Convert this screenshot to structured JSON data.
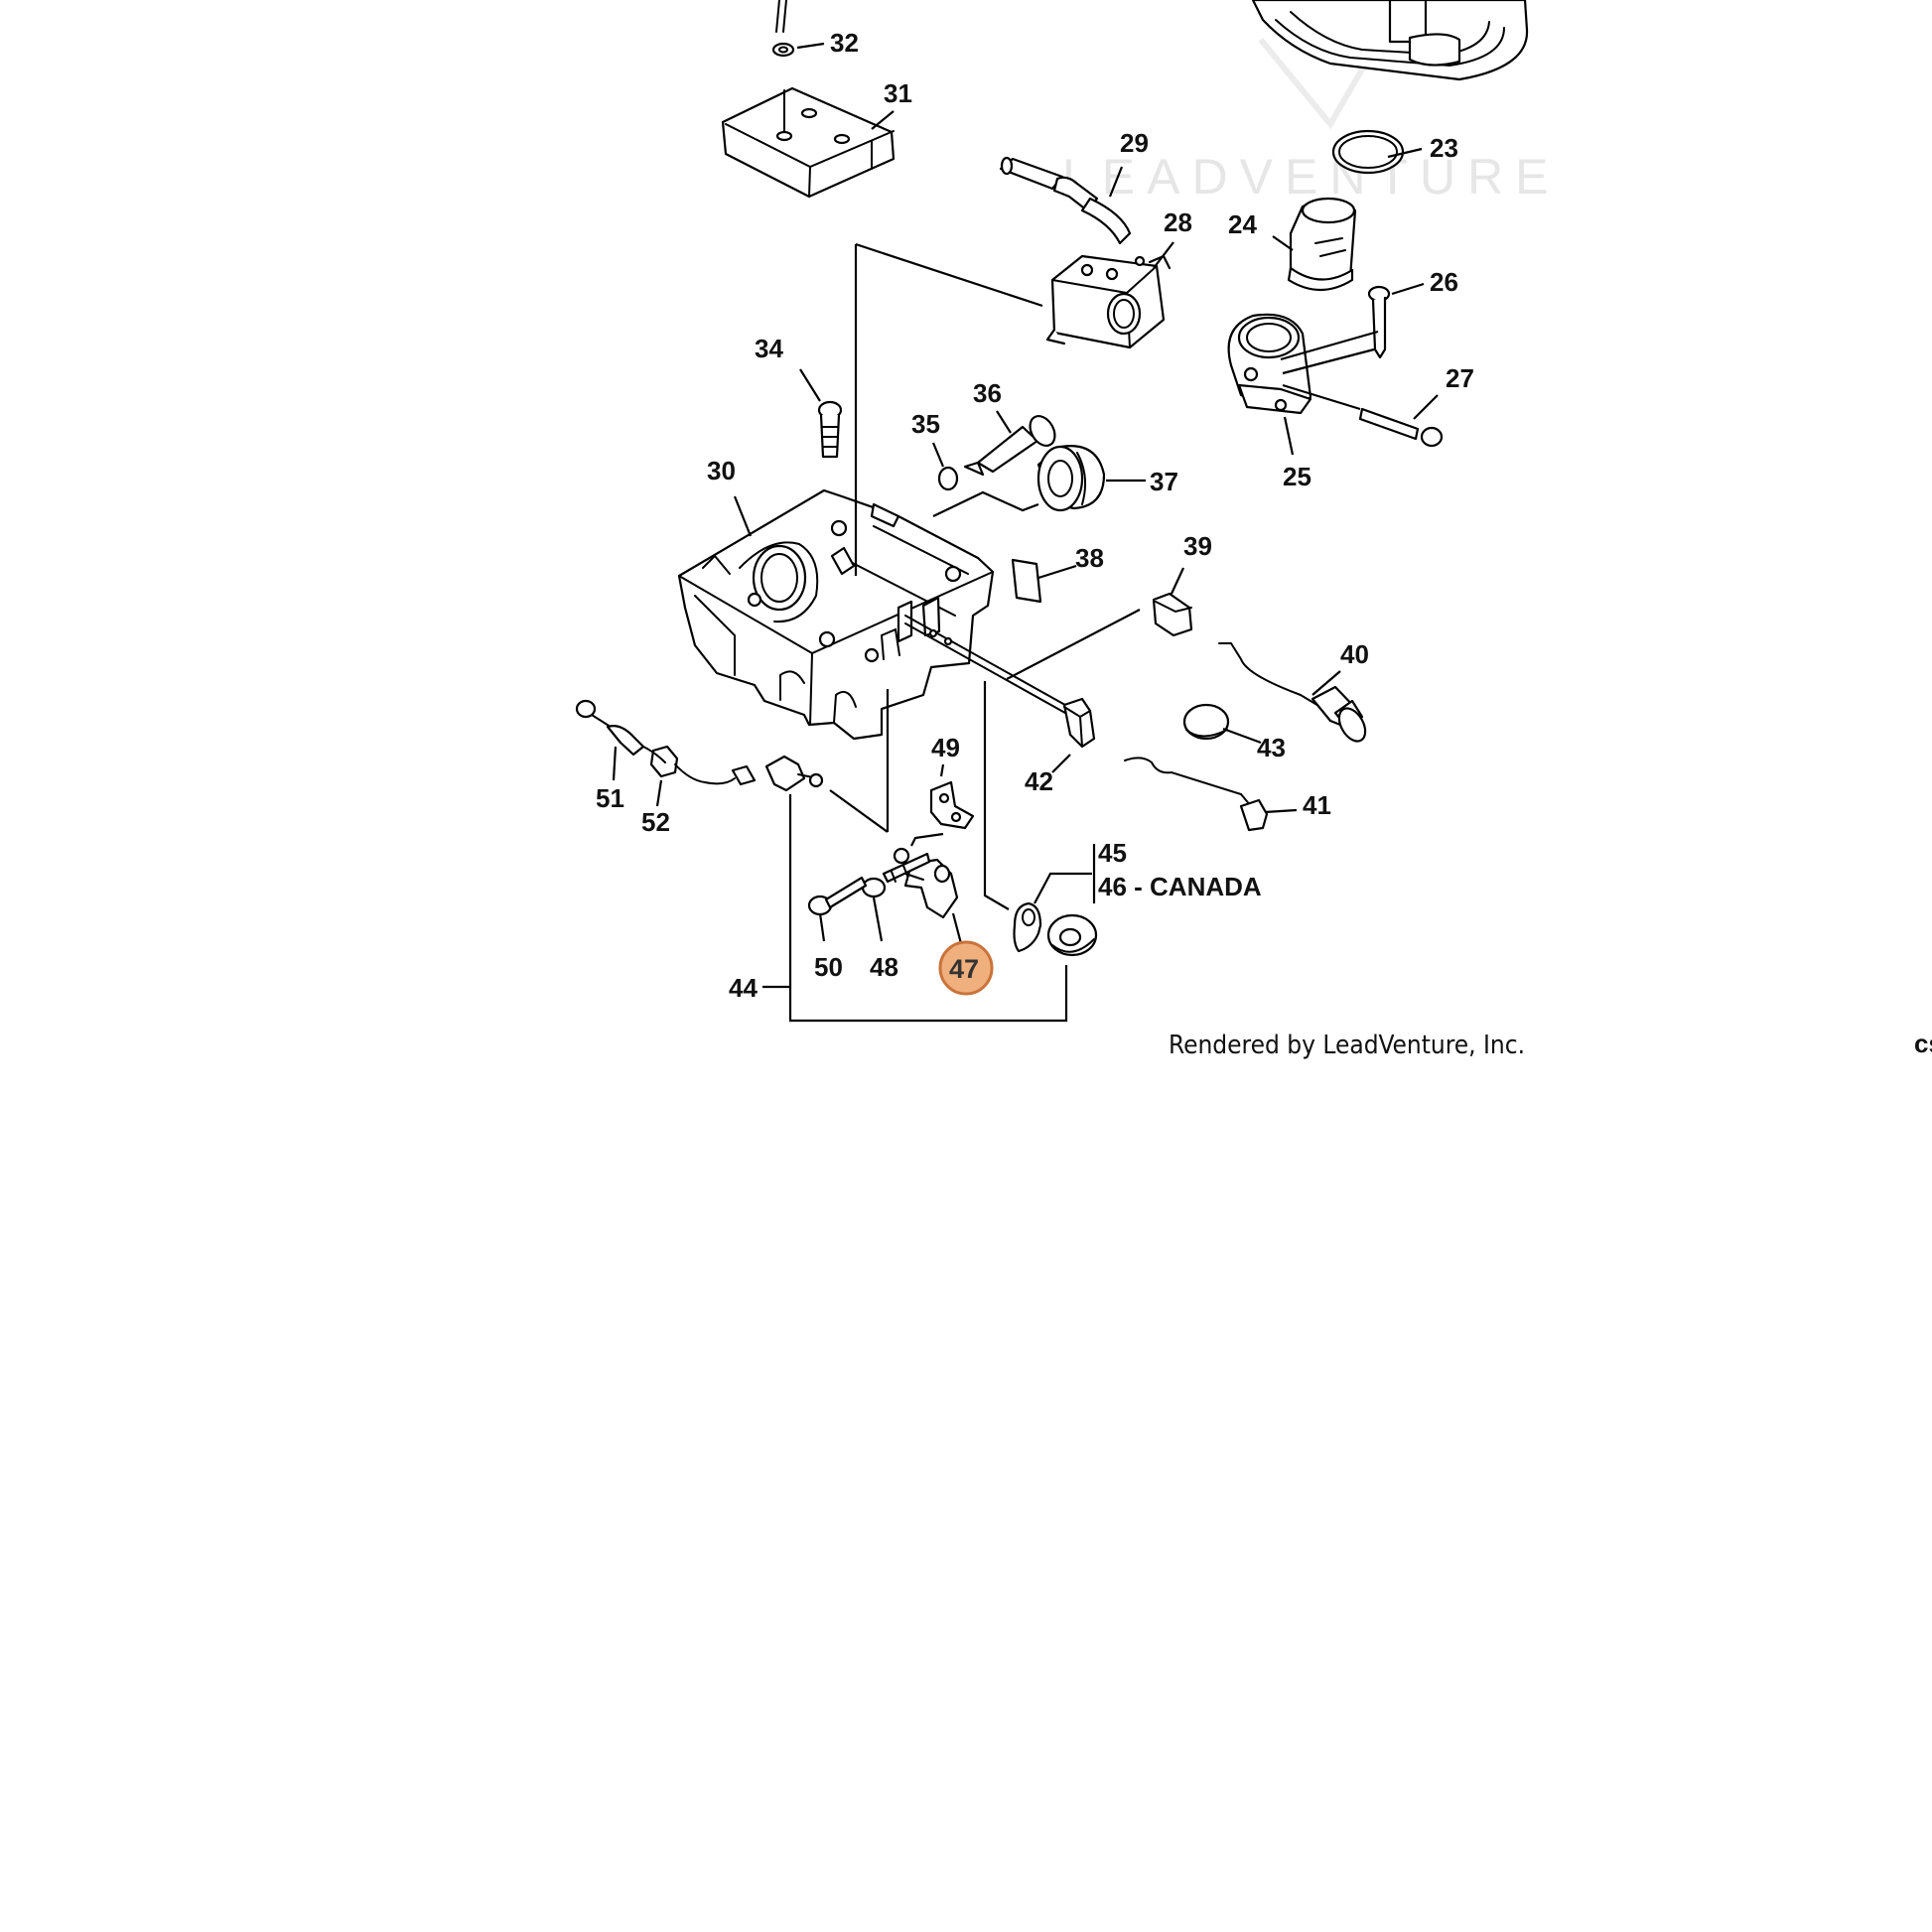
{
  "diagram": {
    "watermark_text": "LEADVENTURE",
    "credit_text": "Rendered by LeadVenture, Inc.",
    "edge_fragment": "cs",
    "highlight_fill": "#efb07e",
    "highlight_stroke": "#c9733a",
    "highlighted_part": "47",
    "callouts": {
      "c23": "23",
      "c24": "24",
      "c25": "25",
      "c26": "26",
      "c27": "27",
      "c28": "28",
      "c29": "29",
      "c30": "30",
      "c31": "31",
      "c32": "32",
      "c34": "34",
      "c35": "35",
      "c36": "36",
      "c37": "37",
      "c38": "38",
      "c39": "39",
      "c40": "40",
      "c41": "41",
      "c42": "42",
      "c43": "43",
      "c44": "44",
      "c45": "45",
      "c46": "46 - CANADA",
      "c47": "47",
      "c48": "48",
      "c49": "49",
      "c50": "50",
      "c51": "51",
      "c52": "52"
    }
  }
}
